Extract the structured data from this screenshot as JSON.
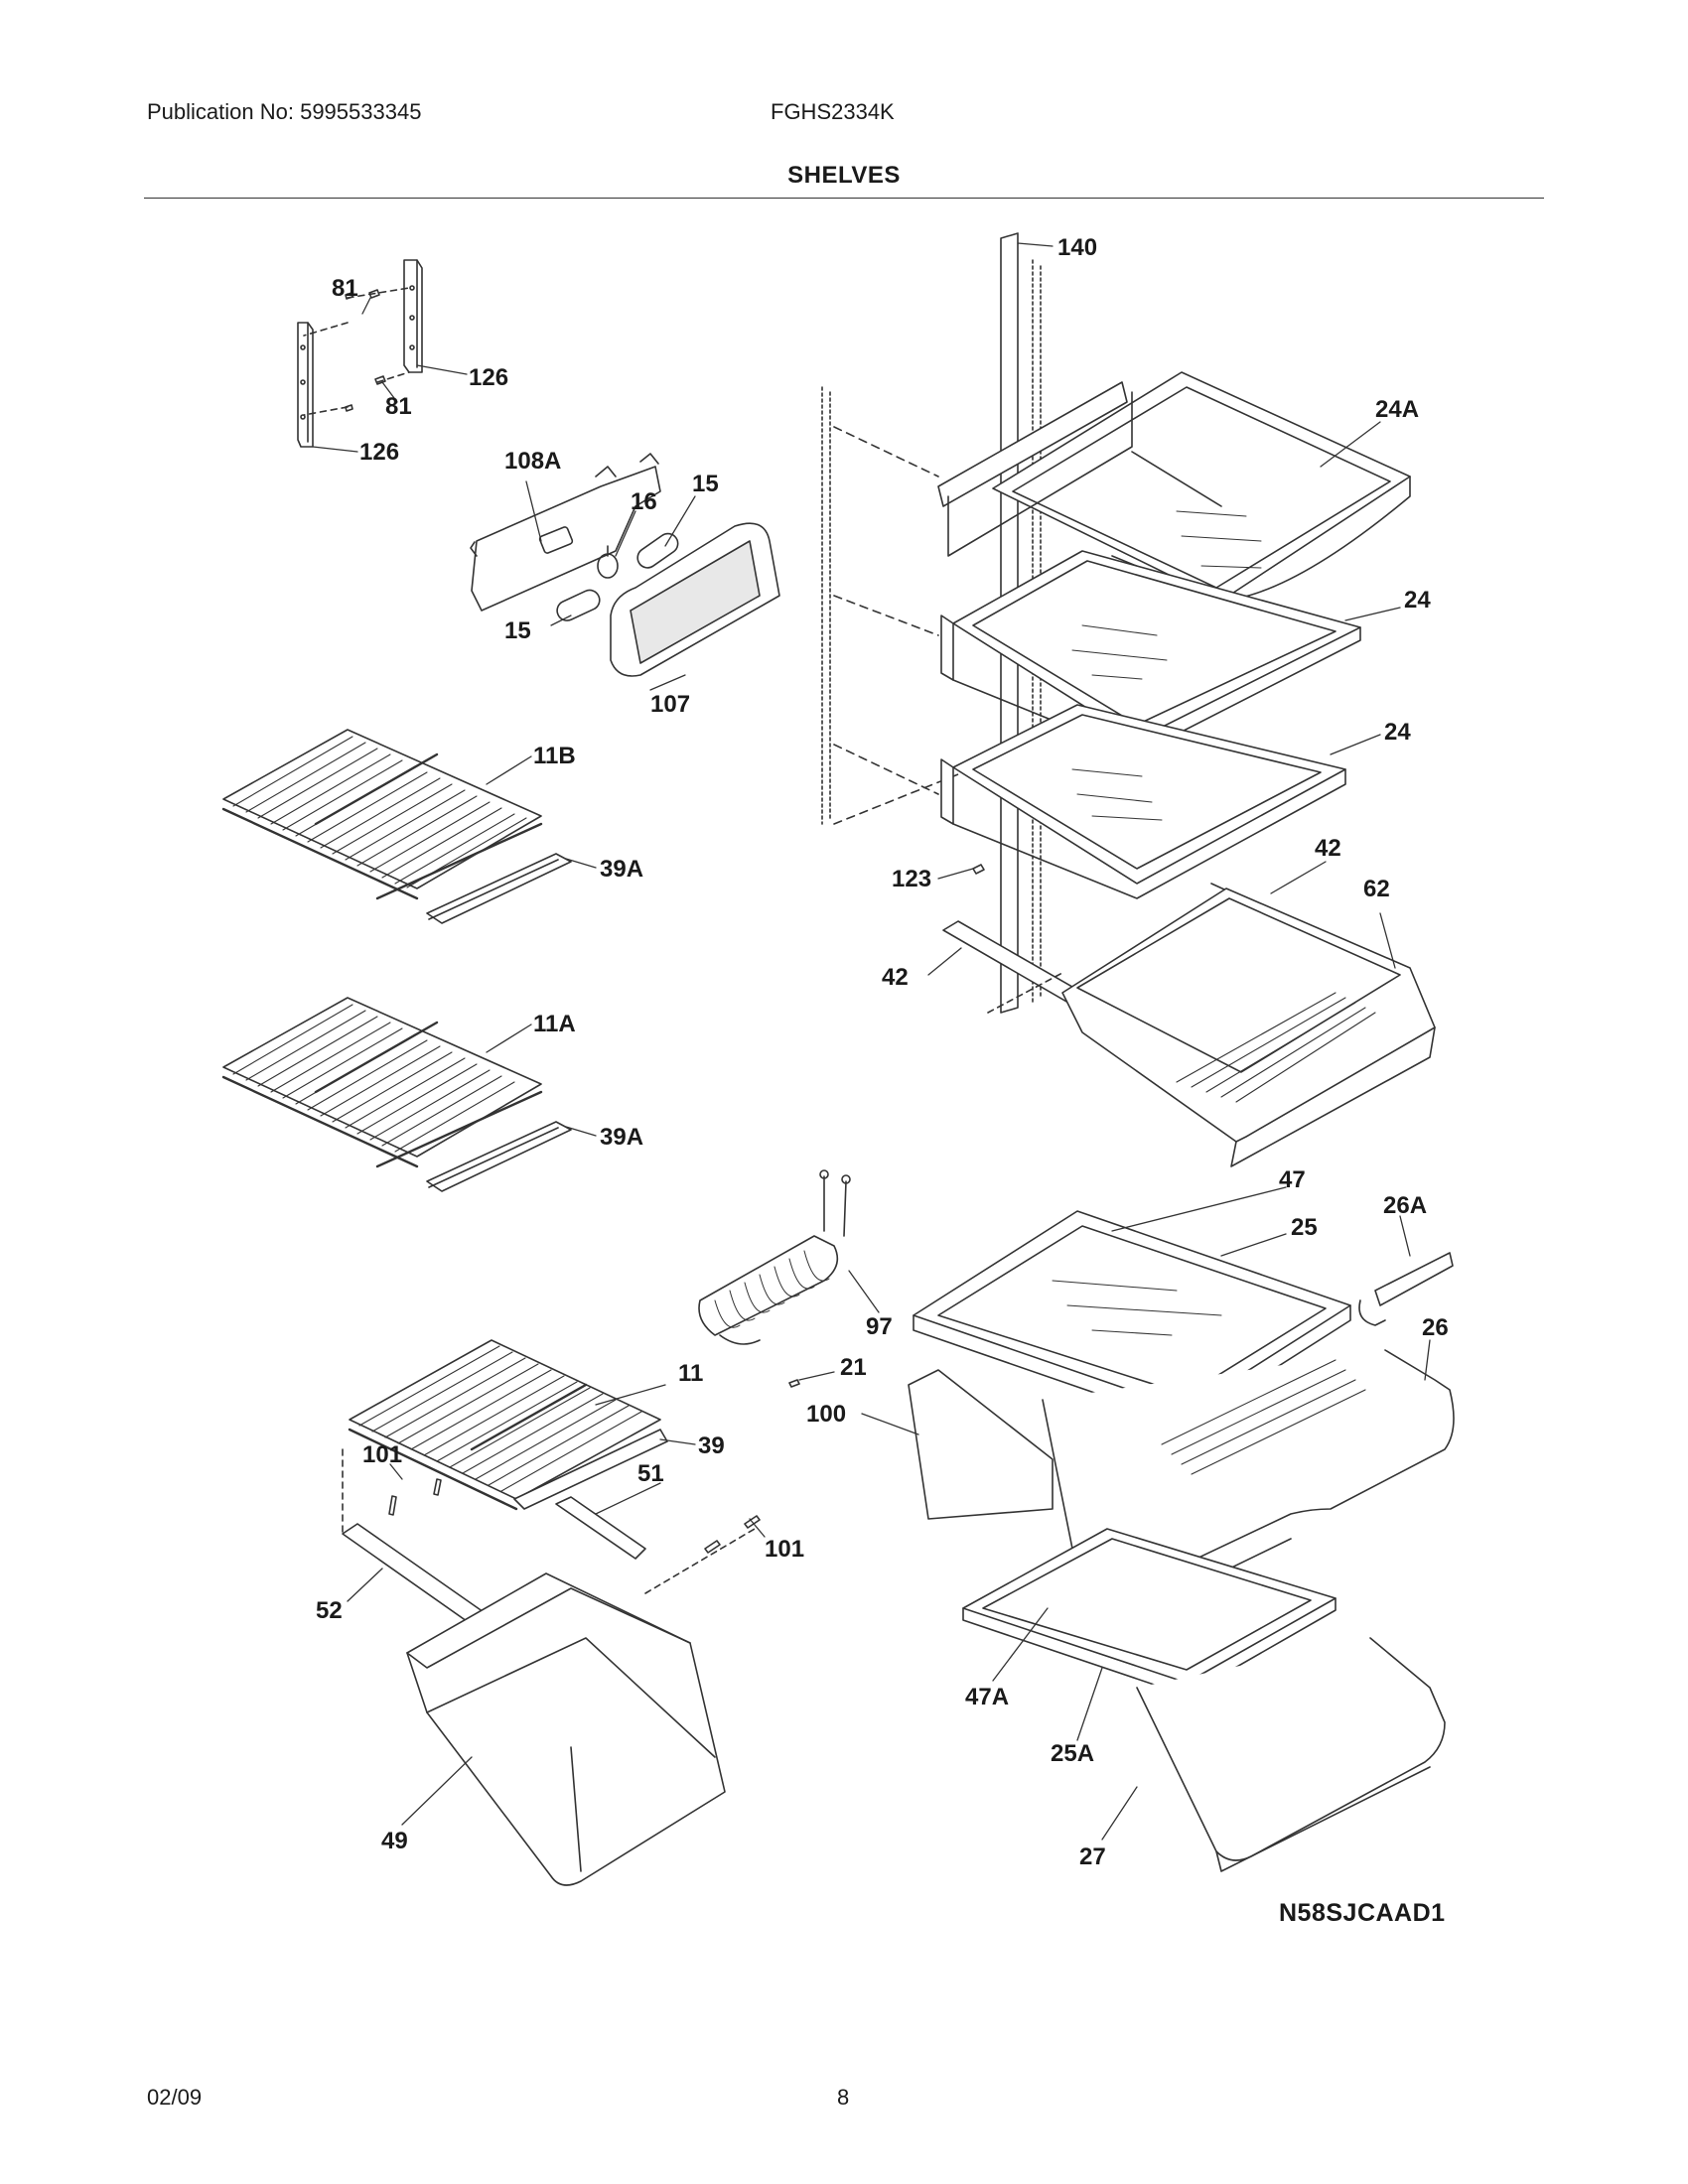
{
  "header": {
    "publication": "Publication No: 5995533345",
    "model": "FGHS2334K",
    "title": "SHELVES"
  },
  "diagram": {
    "labels": {
      "l81a": "81",
      "l81b": "81",
      "l126a": "126",
      "l126b": "126",
      "l108a": "108A",
      "l16": "16",
      "l15a": "15",
      "l15b": "15",
      "l107": "107",
      "l11b": "11B",
      "l39aa": "39A",
      "l11a": "11A",
      "l39ab": "39A",
      "l140": "140",
      "l24a": "24A",
      "l24b": "24",
      "l24c": "24",
      "l123": "123",
      "l42a": "42",
      "l62": "62",
      "l42b": "42",
      "l47": "47",
      "l26a": "26A",
      "l25": "25",
      "l97": "97",
      "l21": "21",
      "l26": "26",
      "l11": "11",
      "l100": "100",
      "l39": "39",
      "l101a": "101",
      "l51": "51",
      "l101b": "101",
      "l52": "52",
      "l47a": "47A",
      "l25a": "25A",
      "l49": "49",
      "l27": "27"
    },
    "code": "N58SJCAAD1"
  },
  "footer": {
    "date": "02/09",
    "page": "8"
  }
}
